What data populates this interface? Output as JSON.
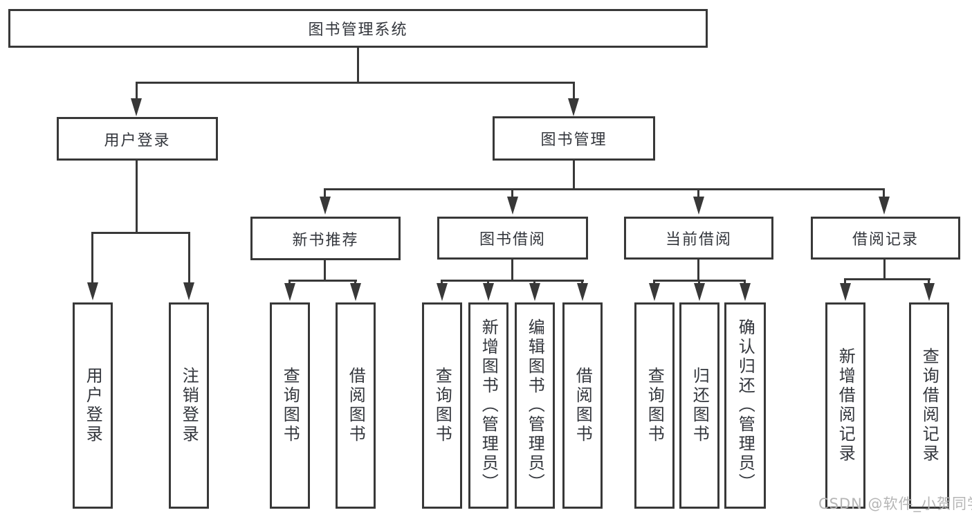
{
  "tree": {
    "root": {
      "label": "图书管理系统"
    },
    "user_login": {
      "label": "用户登录",
      "children": {
        "login": "用户登录",
        "logout": "注销登录"
      }
    },
    "book_mgmt": {
      "label": "图书管理",
      "new_book_rec": {
        "label": "新书推荐",
        "children": {
          "query": "查询图书",
          "borrow": "借阅图书"
        }
      },
      "book_borrow": {
        "label": "图书借阅",
        "children": {
          "query": "查询图书",
          "add": "新增图书（管理员）",
          "edit": "编辑图书（管理员）",
          "borrow": "借阅图书"
        }
      },
      "current_borrow": {
        "label": "当前借阅",
        "children": {
          "query": "查询图书",
          "return_book": "归还图书",
          "confirm": "确认归还（管理员）"
        }
      },
      "borrow_records": {
        "label": "借阅记录",
        "children": {
          "add": "新增借阅记录",
          "query": "查询借阅记录"
        }
      }
    }
  },
  "watermark": {
    "text": "CSDN @软件_小贺同学"
  },
  "colors": {
    "line": "#383838",
    "text": "#33363c",
    "watermark": "#b5b5b5",
    "background": "#ffffff"
  }
}
